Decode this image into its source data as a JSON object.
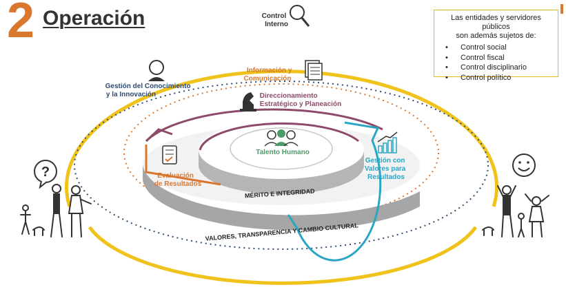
{
  "header": {
    "number": "2",
    "title": "Operación"
  },
  "note": {
    "heading_line1": "Las entidades y servidores públicos",
    "heading_line2": "son además sujetos de:",
    "items": [
      "Control social",
      "Control fiscal",
      "Control disciplinario",
      "Control político"
    ]
  },
  "labels": {
    "control_interno": [
      "Control",
      "Interno"
    ],
    "gestion_conocimiento": [
      "Gestión del Conocimiento",
      "y la Innovación"
    ],
    "informacion": [
      "Información y",
      "Comunicación"
    ],
    "direccionamiento": [
      "Direccionamiento",
      "Estratégico y Planeación"
    ],
    "talento": "Talento Humano",
    "gestion_valores": [
      "Gestión con",
      "Valores para",
      "Resultados"
    ],
    "evaluacion": [
      "Evaluación",
      "de Resultados"
    ],
    "merito": "MÉRITO E INTEGRIDAD",
    "valores": "VALORES, TRANSPARENCIA Y CAMBIO CULTURAL",
    "question_mark": "?"
  },
  "colors": {
    "accent_orange": "#d9772f",
    "yellow_ring": "#f0c31c",
    "navy_dots": "#2d4b73",
    "purple": "#8e4a6a",
    "teal": "#2aa6c4",
    "green": "#4e9a6a",
    "gray_platform": "#a6a6a6"
  },
  "icons": [
    "magnifier-icon",
    "thinker-icon",
    "documents-icon",
    "chess-knight-icon",
    "people-group-icon",
    "bar-chart-icon",
    "checklist-icon",
    "question-bubble-icon",
    "smiley-icon"
  ]
}
